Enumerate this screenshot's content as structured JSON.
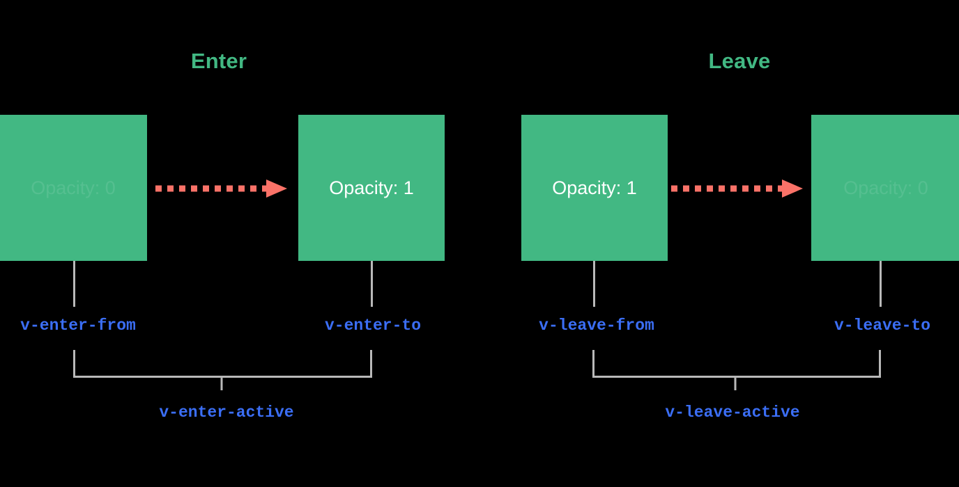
{
  "colors": {
    "background": "#000000",
    "box_green": "#42b883",
    "title_green": "#42b883",
    "arrow_salmon": "#fa7268",
    "class_blue": "#3b6ef5",
    "connector_gray": "#b9b9b9",
    "box_text_white": "#ffffff"
  },
  "sections": [
    {
      "id": "enter",
      "title": "Enter"
    },
    {
      "id": "leave",
      "title": "Leave"
    }
  ],
  "boxes": [
    {
      "id": "enter-from",
      "text": "Opacity: 0",
      "state": "faded"
    },
    {
      "id": "enter-to",
      "text": "Opacity: 1",
      "state": "solid"
    },
    {
      "id": "leave-from",
      "text": "Opacity: 1",
      "state": "solid"
    },
    {
      "id": "leave-to",
      "text": "Opacity: 0",
      "state": "faded"
    }
  ],
  "arrows": [
    {
      "id": "enter",
      "style": "dashed",
      "direction": "right"
    },
    {
      "id": "leave",
      "style": "dashed",
      "direction": "right"
    }
  ],
  "class_labels": {
    "enter_from": "v-enter-from",
    "enter_to": "v-enter-to",
    "enter_active": "v-enter-active",
    "leave_from": "v-leave-from",
    "leave_to": "v-leave-to",
    "leave_active": "v-leave-active"
  }
}
